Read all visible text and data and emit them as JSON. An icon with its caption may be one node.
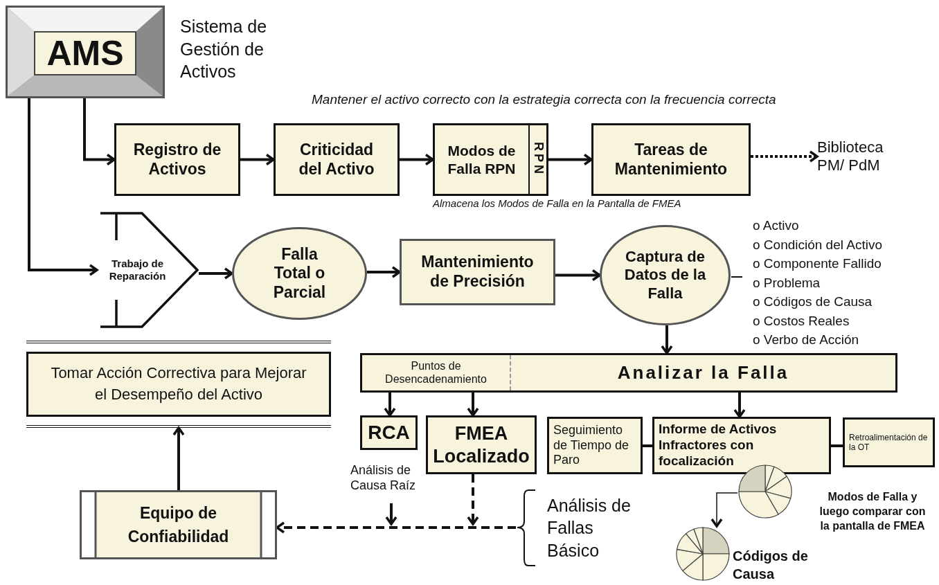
{
  "diagram": {
    "nodes": [
      {
        "text": [
          "AMS"
        ],
        "beside": [
          "Sistema de Gestión de Activos"
        ]
      },
      {
        "text": [
          "Registro de Activos"
        ]
      },
      {
        "text": [
          "Criticidad del Activo"
        ]
      },
      {
        "text": [
          "Modos de Falla RPN",
          "RPN"
        ]
      },
      {
        "text": [
          "Tareas de Mantenimiento"
        ]
      },
      {
        "text": [
          "Biblioteca PM/ PdM"
        ]
      },
      {
        "text": [
          "Trabajo de Reparación"
        ]
      },
      {
        "text": [
          "Falla Total o Parcial"
        ]
      },
      {
        "text": [
          "Mantenimiento de Precisión"
        ]
      },
      {
        "text": [
          "Captura de Datos de la Falla"
        ],
        "beside": [
          "o Activo",
          "o Condición del Activo",
          "o Componente Fallido",
          "o Problema",
          "o Códigos de Causa",
          "o Costos Reales",
          "o Verbo de Acción"
        ]
      },
      {
        "text": [
          "Puntos de Desencadenamiento",
          "Analizar la Falla"
        ]
      },
      {
        "text": [
          "RCA"
        ]
      },
      {
        "text": [
          "Análisis de Causa Raíz"
        ]
      },
      {
        "text": [
          "FMEA Localizado"
        ]
      },
      {
        "text": [
          "Seguimiento de Tiempo de Paro"
        ]
      },
      {
        "text": [
          "Informe de Activos Infractores con focalización"
        ]
      },
      {
        "text": [
          "Retroalimentación de la OT"
        ]
      },
      {
        "text": [
          "Tomar Acción Correctiva para Mejorar el Desempeño del Activo"
        ]
      },
      {
        "text": [
          "Equipo de Confiabilidad"
        ]
      },
      {
        "text": [
          "Análisis de Fallas Básico"
        ]
      },
      {
        "text": [],
        "shape": "circle",
        "beside": [
          "Modos de Falla y luego comparar con la pantalla de FMEA"
        ]
      },
      {
        "text": [],
        "shape": "circle",
        "beside": [
          "Códigos de Causa"
        ]
      }
    ],
    "edges": [
      {
        "from": 0,
        "to": 1,
        "arrow": "to"
      },
      {
        "from": 1,
        "to": 2,
        "arrow": "to"
      },
      {
        "from": 2,
        "to": 3,
        "arrow": "to"
      },
      {
        "from": 3,
        "to": 4,
        "arrow": "to"
      },
      {
        "from": 4,
        "to": 5,
        "arrow": "to",
        "style": "dashed"
      },
      {
        "from": 0,
        "to": 6,
        "arrow": "to"
      },
      {
        "from": 6,
        "to": 7,
        "arrow": "to"
      },
      {
        "from": 7,
        "to": 8,
        "arrow": "to"
      },
      {
        "from": 8,
        "to": 9,
        "arrow": "to"
      },
      {
        "from": 9,
        "to": 10,
        "arrow": "to"
      },
      {
        "from": 10,
        "to": 11,
        "arrow": "to"
      },
      {
        "from": 10,
        "to": 13,
        "arrow": "to"
      },
      {
        "from": 10,
        "to": 15,
        "arrow": "to"
      },
      {
        "from": 14,
        "to": 15,
        "arrow": "none"
      },
      {
        "from": 15,
        "to": 16,
        "arrow": "none"
      },
      {
        "from": 18,
        "to": 17,
        "arrow": "to"
      },
      {
        "from": 19,
        "to": 18,
        "arrow": "to",
        "style": "dashed"
      },
      {
        "from": 12,
        "to": null,
        "arrow": "to"
      },
      {
        "from": 13,
        "to": null,
        "arrow": "to",
        "style": "dashed"
      },
      {
        "from": 20,
        "to": 21,
        "arrow": "to"
      }
    ],
    "labels": [
      "Mantener el activo correcto con la estrategia correcta con la frecuencia correcta",
      "Almacena los Modos de Falla en la Pantalla de FMEA"
    ]
  }
}
